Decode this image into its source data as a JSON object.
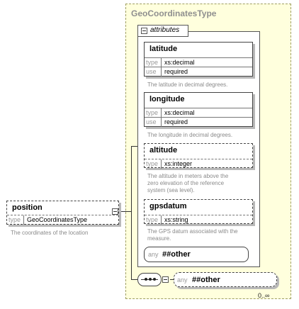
{
  "complex_type": {
    "title": "GeoCoordinatesType",
    "attributes_label": "attributes",
    "attributes": [
      {
        "name": "latitude",
        "type_key": "type",
        "type": "xs:decimal",
        "use_key": "use",
        "use": "required",
        "doc": "The latitude in decimal degrees."
      },
      {
        "name": "longitude",
        "type_key": "type",
        "type": "xs:decimal",
        "use_key": "use",
        "use": "required",
        "doc": "The longitude in decimal degrees."
      },
      {
        "name": "altitude",
        "type_key": "type",
        "type": "xs:integer",
        "doc_lines": [
          "The altitude in meters above the",
          "zero elevation of the reference",
          "system (sea level)."
        ]
      },
      {
        "name": "gpsdatum",
        "type_key": "type",
        "type": "xs:string",
        "doc_lines": [
          "The GPS datum associated with the",
          "measure."
        ]
      }
    ],
    "any_attribute": {
      "key": "any",
      "value": "##other"
    },
    "any_element": {
      "key": "any",
      "value": "##other",
      "cardinality": "0..∞"
    }
  },
  "element": {
    "name": "position",
    "type_key": "type",
    "type": "GeoCoordinatesType",
    "doc": "The coordinates of the location"
  }
}
